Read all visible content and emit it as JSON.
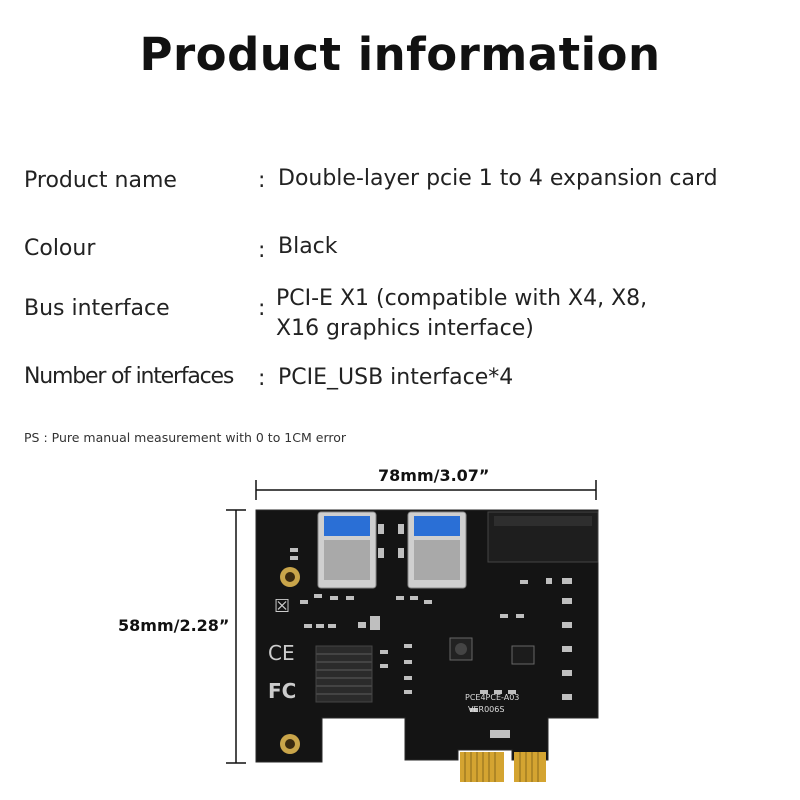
{
  "header": {
    "title": "Product information"
  },
  "specs": [
    {
      "label": "Product name",
      "colon": ":",
      "value": "Double-layer pcie 1 to 4 expansion card"
    },
    {
      "label": "Colour",
      "colon": ":",
      "value": "Black"
    },
    {
      "label": "Bus interface",
      "colon": ":",
      "value_lines": [
        "PCI-E X1 (compatible with X4, X8,",
        "X16 graphics interface)"
      ]
    },
    {
      "label": "Number of interfaces",
      "colon": ":",
      "value": "PCIE_USB interface*4"
    }
  ],
  "note": "PS : Pure manual measurement with 0 to 1CM error",
  "dimensions": {
    "width": "78mm/3.07”",
    "height": "58mm/2.28”"
  },
  "board": {
    "model": "PCE4PCE-A03",
    "version": "VER006S",
    "pcb_color": "#111111",
    "port_color": "#2a6fd6",
    "gold_color": "#d4a431"
  }
}
